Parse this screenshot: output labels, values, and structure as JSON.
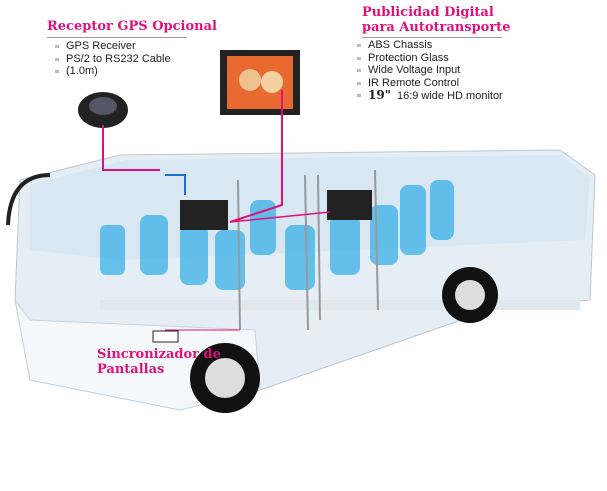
{
  "gps": {
    "title": "Receptor GPS Opcional",
    "items": [
      "GPS Receiver",
      "PS/2 to RS232 Cable",
      "(1.0m)"
    ]
  },
  "ads": {
    "title_line1": "Publicidad Digital",
    "title_line2": "para Autotransporte",
    "items": [
      "ABS Chassis",
      "Protection Glass",
      "Wide Voltage Input",
      "IR Remote Control"
    ],
    "size": "19\"",
    "size_desc": "16:9 wide HD monitor"
  },
  "sync": {
    "line1": "Sincronizador de",
    "line2": "Pantallas"
  },
  "colors": {
    "accent": "#e0107a",
    "seat": "#3ab0e8",
    "bus": "#dfeaf3"
  }
}
